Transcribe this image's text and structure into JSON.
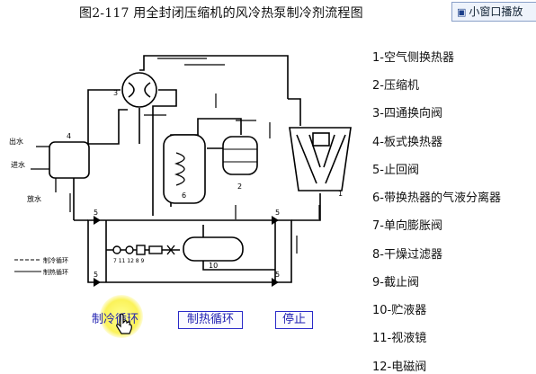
{
  "title": "图2-117 用全封闭压缩机的风冷热泵制冷剂流程图",
  "pip_button": {
    "label": "小窗口播放",
    "icon": "pip-icon"
  },
  "legend": [
    "1-空气侧换热器",
    "2-压缩机",
    "3-四通换向阀",
    "4-板式换热器",
    "5-止回阀",
    "6-带换热器的气液分离器",
    "7-单向膨胀阀",
    "8-干燥过滤器",
    "9-截止阀",
    "10-贮液器",
    "11-视液镜",
    "12-电磁阀"
  ],
  "diagram": {
    "labels": {
      "n1": "1",
      "n2": "2",
      "n3": "3",
      "n4": "4",
      "n5a": "5",
      "n5b": "5",
      "n5c": "5",
      "n5d": "5",
      "n6": "6",
      "n10": "10",
      "n_valves": "7 11 12 8 9",
      "water_out": "出水",
      "water_in": "进水",
      "drain": "放水",
      "cool_cycle": "制冷循环",
      "heat_cycle": "制热循环"
    }
  },
  "controls": {
    "cool_button": "制冷循环",
    "heat_button": "制热循环",
    "stop_button": "停止"
  },
  "colors": {
    "button_text": "#1f1fb0",
    "cursor_highlight": "#f5ea3c"
  }
}
